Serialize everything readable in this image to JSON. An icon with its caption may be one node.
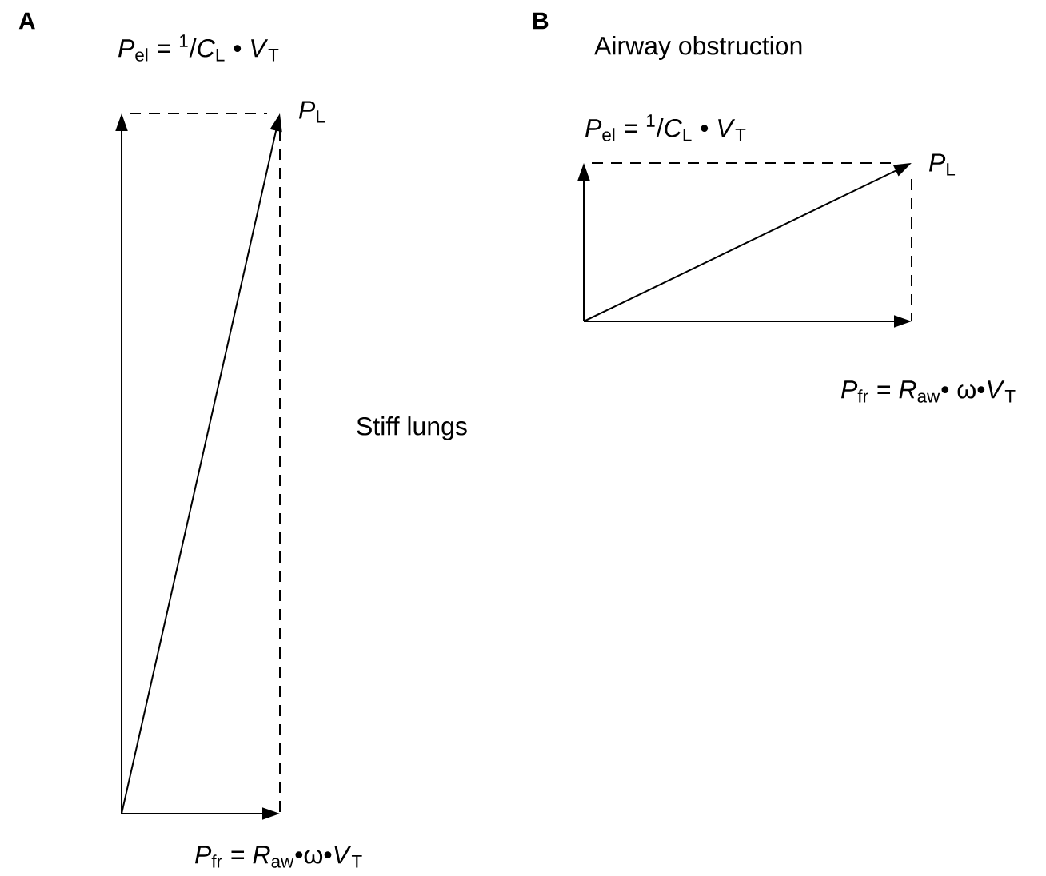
{
  "diagram": {
    "labels": [
      "A",
      "*P*$_{el}$ = $^{1}$/*C*$_{L}$ • *V*$_{T}$",
      "*P*$_{L}$",
      "Stiff lungs",
      "*P*$_{fr}$ = *R*$_{aw}$•ω•*V*$_{T}$",
      "B",
      "Airway obstruction",
      "*P*$_{el}$ = $^{1}$/*C*$_{L}$ • *V*$_{T}$",
      "*P*$_{L}$",
      "*P*$_{fr}$ = *R*$_{aw}$• ω•*V*$_{T}$"
    ]
  }
}
